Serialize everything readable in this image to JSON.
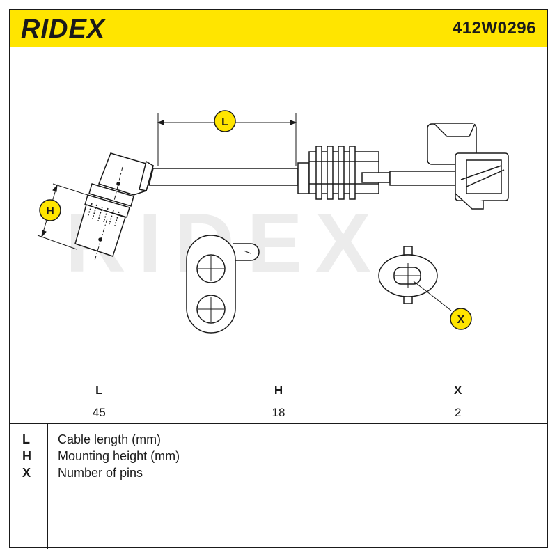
{
  "header": {
    "brand": "RIDEX",
    "part_number": "412W0296",
    "accent_color": "#ffe500"
  },
  "drawing": {
    "watermark": "RIDEX",
    "callouts": {
      "L": "L",
      "H": "H",
      "X": "X"
    }
  },
  "dimensions": {
    "headers": [
      "L",
      "H",
      "X"
    ],
    "values": [
      "45",
      "18",
      "2"
    ]
  },
  "legend": [
    {
      "key": "L",
      "description": "Cable length (mm)"
    },
    {
      "key": "H",
      "description": "Mounting height (mm)"
    },
    {
      "key": "X",
      "description": "Number of pins"
    }
  ]
}
